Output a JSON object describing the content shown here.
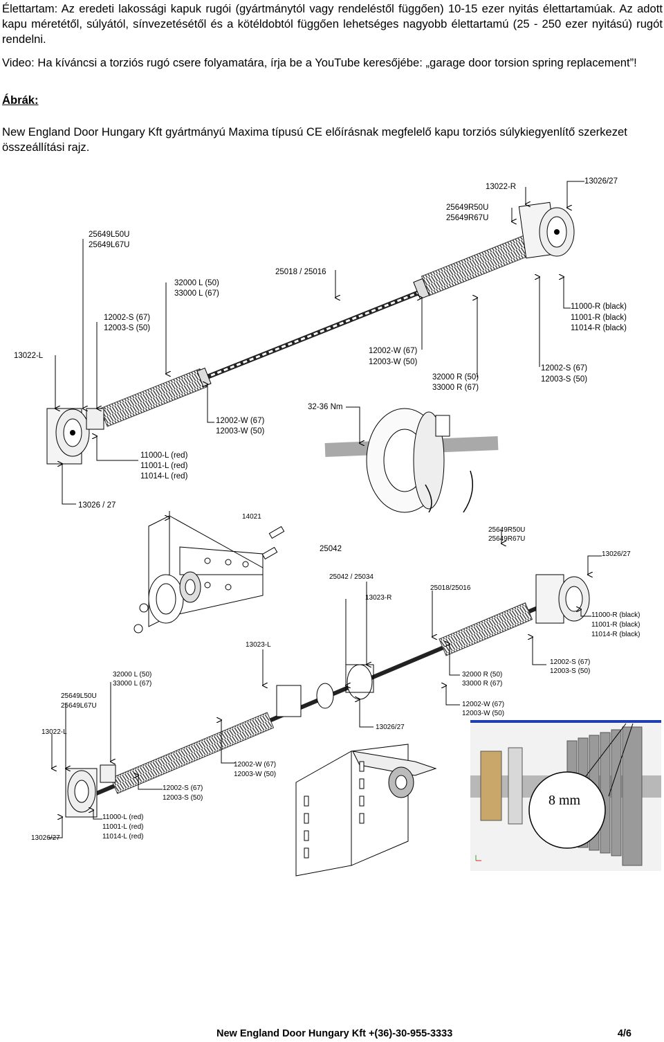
{
  "intro": {
    "lifetime": "Élettartam: Az eredeti lakossági kapuk rugói (gyártmánytól vagy rendeléstől függően) 10-15 ezer nyitás élettartamúak. Az adott kapu méretétől, súlyától, sínvezetésétől és a kötéldobtól függően lehetséges nagyobb élettartamú (25 - 250 ezer nyitású) rugót rendelni.",
    "video": "Video: Ha kíváncsi a torziós rugó csere folyamatára, írja be a YouTube keresőjébe: „garage door torsion spring replacement”!"
  },
  "figures": {
    "heading": "Ábrák:",
    "caption": "New England Door Hungary Kft gyártmányú Maxima típusú CE előírásnak megfelelő kapu torziós súlykiegyenlítő szerkezet összeállítási rajz."
  },
  "diagram_top": {
    "labels": {
      "l13022R": "13022-R",
      "l13026_27_tr": "13026/27",
      "l25649R50U": "25649R50U",
      "l25649R67U": "25649R67U",
      "l25649L50U": "25649L50U",
      "l25649L67U": "25649L67U",
      "l25018": "25018 / 25016",
      "l32000L": "32000 L (50)",
      "l33000L": "33000 L (67)",
      "l11000R": "11000-R (black)",
      "l11001R": "11001-R (black)",
      "l11014R": "11014-R (black)",
      "l12002S67": "12002-S (67)",
      "l12003S50": "12003-S (50)",
      "l13022L": "13022-L",
      "l12002W67_r": "12002-W (67)",
      "l12003W50_r": "12003-W (50)",
      "l12002S67_r": "12002-S (67)",
      "l12003S50_r": "12003-S (50)",
      "l32000R": "32000 R (50)",
      "l33000R": "33000 R (67)",
      "l3236": "32-36 Nm",
      "l12002W67": "12002-W (67)",
      "l12003W50": "12003-W (50)",
      "l11000L": "11000-L (red)",
      "l11001L": "11001-L (red)",
      "l11014L": "11014-L (red)",
      "l13026_27_bl": "13026 / 27"
    }
  },
  "diagram_middle": {
    "labels": {
      "l14021": "14021",
      "l25042": "25042"
    }
  },
  "diagram_bottom": {
    "labels": {
      "l25649R50U": "25649R50U",
      "l25649R67U": "25649R67U",
      "l13026_27_tr": "13026/27",
      "l25042_25034": "25042 / 25034",
      "l13023R": "13023-R",
      "l25018_25016": "25018/25016",
      "l11000R": "11000-R (black)",
      "l11001R": "11001-R (black)",
      "l11014R": "11014-R (black)",
      "l13023L": "13023-L",
      "l12002S67_r": "12002-S (67)",
      "l12003S50_r": "12003-S (50)",
      "l32000L": "32000 L (50)",
      "l33000L": "33000 L (67)",
      "l32000R": "32000 R (50)",
      "l33000R": "33000 R (67)",
      "l25649L50U": "25649L50U",
      "l25649L67U": "25649L67U",
      "l12002W67_r": "12002-W (67)",
      "l12003W50_r": "12003-W (50)",
      "l13022L": "13022-L",
      "l13026_27_c": "13026/27",
      "l12002W67": "12002-W (67)",
      "l12003W50": "12003-W (50)",
      "l12002S67": "12002-S (67)",
      "l12003S50": "12003-S (50)",
      "l11000L": "11000-L (red)",
      "l11001L": "11001-L (red)",
      "l11014L": "11014-L (red)",
      "l13026_27_bl": "13026/27"
    }
  },
  "detail": {
    "callout": "8 mm"
  },
  "footer": {
    "company": "New England Door Hungary Kft",
    "phone": "+(36)-30-955-3333",
    "page": "4/6"
  }
}
